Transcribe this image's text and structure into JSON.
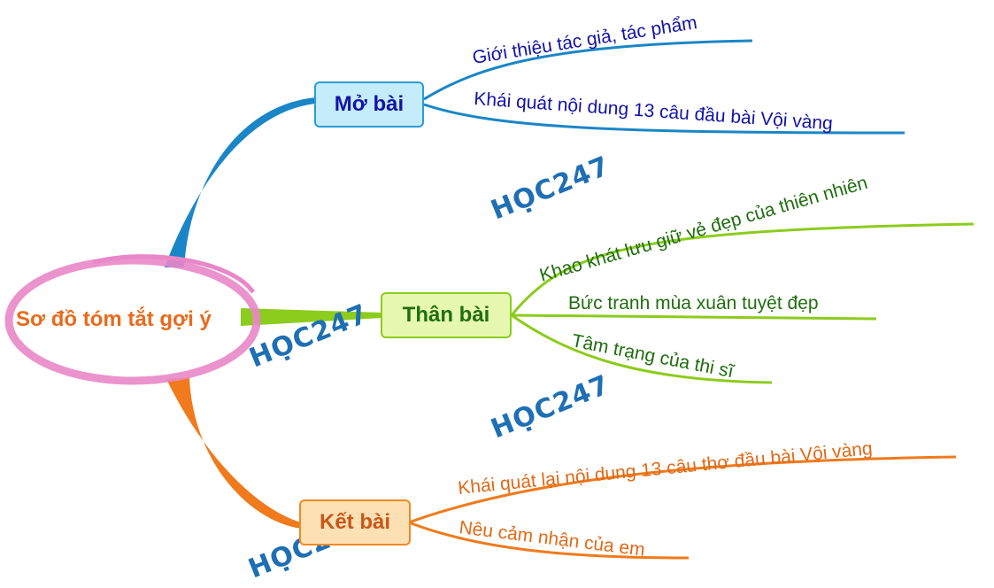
{
  "mindmap": {
    "center": {
      "label": "Sơ đồ tóm tắt gợi ý",
      "color": "#ea6a1c",
      "ring_color": "#e987c8"
    },
    "branches": [
      {
        "label": "Mở bài",
        "color": "#1a86c7",
        "items": [
          "Giới thiệu tác giả, tác phẩm",
          "Khái quát nội dung 13 câu đầu bài Vội vàng"
        ]
      },
      {
        "label": "Thân bài",
        "color": "#8ccc1c",
        "items": [
          "Khao khát lưu giữ vẻ đẹp của thiên nhiên",
          "Bức tranh mùa xuân tuyệt đẹp",
          "Tâm trạng của thi sĩ"
        ]
      },
      {
        "label": "Kết bài",
        "color": "#f07a1c",
        "items": [
          "Khái quát lại nội dung 13 câu thơ đầu bài Vội vàng",
          "Nêu cảm nhận của em"
        ]
      }
    ],
    "watermark": "HỌC247"
  }
}
